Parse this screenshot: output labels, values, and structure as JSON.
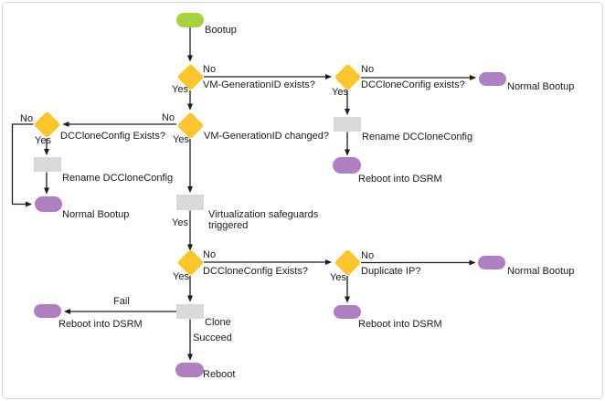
{
  "colors": {
    "start": "#a7d43a",
    "decision": "#fcc52b",
    "process": "#d9d9d9",
    "terminal": "#af7fc1",
    "line": "#1b1b1b"
  },
  "nodes": {
    "bootup": {
      "label": "Bootup",
      "type": "start"
    },
    "vm_generation_id_exists": {
      "label": "VM-GenerationID exists?",
      "type": "decision"
    },
    "dccloneconfig_exists_top": {
      "label": "DCCloneConfig exists?",
      "type": "decision"
    },
    "normal_bootup_top": {
      "label": "Normal Bootup",
      "type": "terminal"
    },
    "rename_dccloneconfig_right": {
      "label": "Rename DCCloneConfig",
      "type": "process"
    },
    "reboot_into_dsrm_right": {
      "label": "Reboot into DSRM",
      "type": "terminal"
    },
    "vm_generation_id_changed": {
      "label": "VM-GenerationID changed?",
      "type": "decision"
    },
    "dccloneconfig_exists_left": {
      "label": "DCCloneConfig Exists?",
      "type": "decision"
    },
    "rename_dccloneconfig_left": {
      "label": "Rename DCCloneConfig",
      "type": "process"
    },
    "normal_bootup_left": {
      "label": "Normal Bootup",
      "type": "terminal"
    },
    "virtualization_safeguards": {
      "label": "Virtualization safeguards triggered",
      "type": "process"
    },
    "dccloneconfig_exists_mid": {
      "label": "DCCloneConfig Exists?",
      "type": "decision"
    },
    "duplicate_ip": {
      "label": "Duplicate IP?",
      "type": "decision"
    },
    "normal_bootup_bottom": {
      "label": "Normal Bootup",
      "type": "terminal"
    },
    "reboot_into_dsrm_bottom_right": {
      "label": "Reboot into DSRM",
      "type": "terminal"
    },
    "clone": {
      "label": "Clone",
      "type": "process"
    },
    "reboot_into_dsrm_bottom_left": {
      "label": "Reboot into DSRM",
      "type": "terminal"
    },
    "reboot": {
      "label": "Reboot",
      "type": "terminal"
    }
  },
  "edge_labels": {
    "no": "No",
    "yes": "Yes",
    "fail": "Fail",
    "succeed": "Succeed"
  }
}
